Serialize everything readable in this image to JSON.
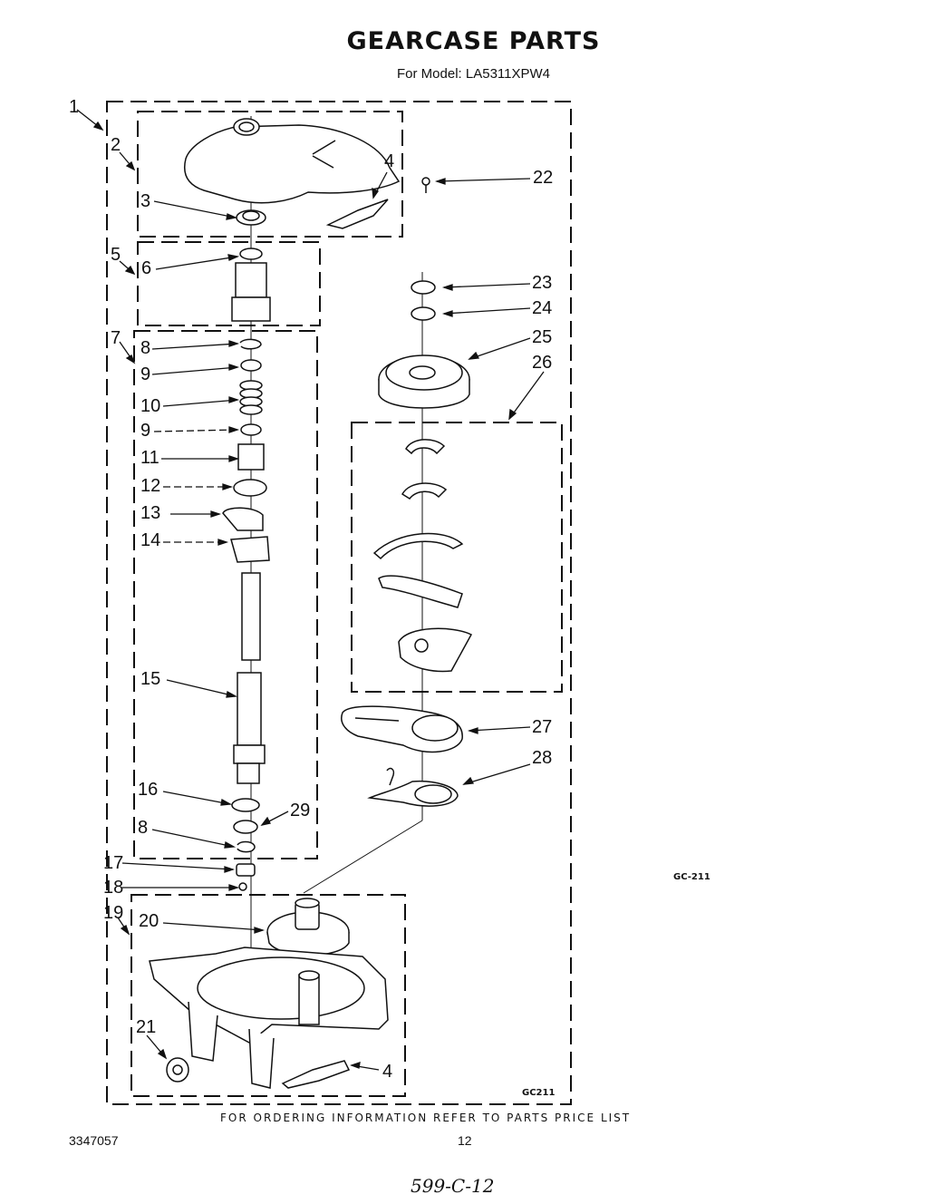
{
  "header": {
    "title": "GEARCASE PARTS",
    "model_label": "For Model:",
    "model_number": "LA5311XPW4"
  },
  "callouts": [
    {
      "id": "c1",
      "label": "1"
    },
    {
      "id": "c2",
      "label": "2"
    },
    {
      "id": "c3",
      "label": "3"
    },
    {
      "id": "c4a",
      "label": "4"
    },
    {
      "id": "c22",
      "label": "22"
    },
    {
      "id": "c5",
      "label": "5"
    },
    {
      "id": "c6",
      "label": "6"
    },
    {
      "id": "c7",
      "label": "7"
    },
    {
      "id": "c8a",
      "label": "8"
    },
    {
      "id": "c9a",
      "label": "9"
    },
    {
      "id": "c10",
      "label": "10"
    },
    {
      "id": "c9b",
      "label": "9"
    },
    {
      "id": "c11",
      "label": "11"
    },
    {
      "id": "c12",
      "label": "12"
    },
    {
      "id": "c13",
      "label": "13"
    },
    {
      "id": "c14",
      "label": "14"
    },
    {
      "id": "c15",
      "label": "15"
    },
    {
      "id": "c16",
      "label": "16"
    },
    {
      "id": "c29",
      "label": "29"
    },
    {
      "id": "c8b",
      "label": "8"
    },
    {
      "id": "c17",
      "label": "17"
    },
    {
      "id": "c18",
      "label": "18"
    },
    {
      "id": "c19",
      "label": "19"
    },
    {
      "id": "c20",
      "label": "20"
    },
    {
      "id": "c21",
      "label": "21"
    },
    {
      "id": "c4b",
      "label": "4"
    },
    {
      "id": "c23",
      "label": "23"
    },
    {
      "id": "c24",
      "label": "24"
    },
    {
      "id": "c25",
      "label": "25"
    },
    {
      "id": "c26",
      "label": "26"
    },
    {
      "id": "c27",
      "label": "27"
    },
    {
      "id": "c28",
      "label": "28"
    }
  ],
  "figure_codes": {
    "side": "GC-211",
    "box": "GC211"
  },
  "footer": {
    "ordering_note": "FOR ORDERING INFORMATION REFER TO PARTS PRICE LIST",
    "document_number": "3347057",
    "page_number": "12",
    "handwritten_note": "599-C-12"
  }
}
